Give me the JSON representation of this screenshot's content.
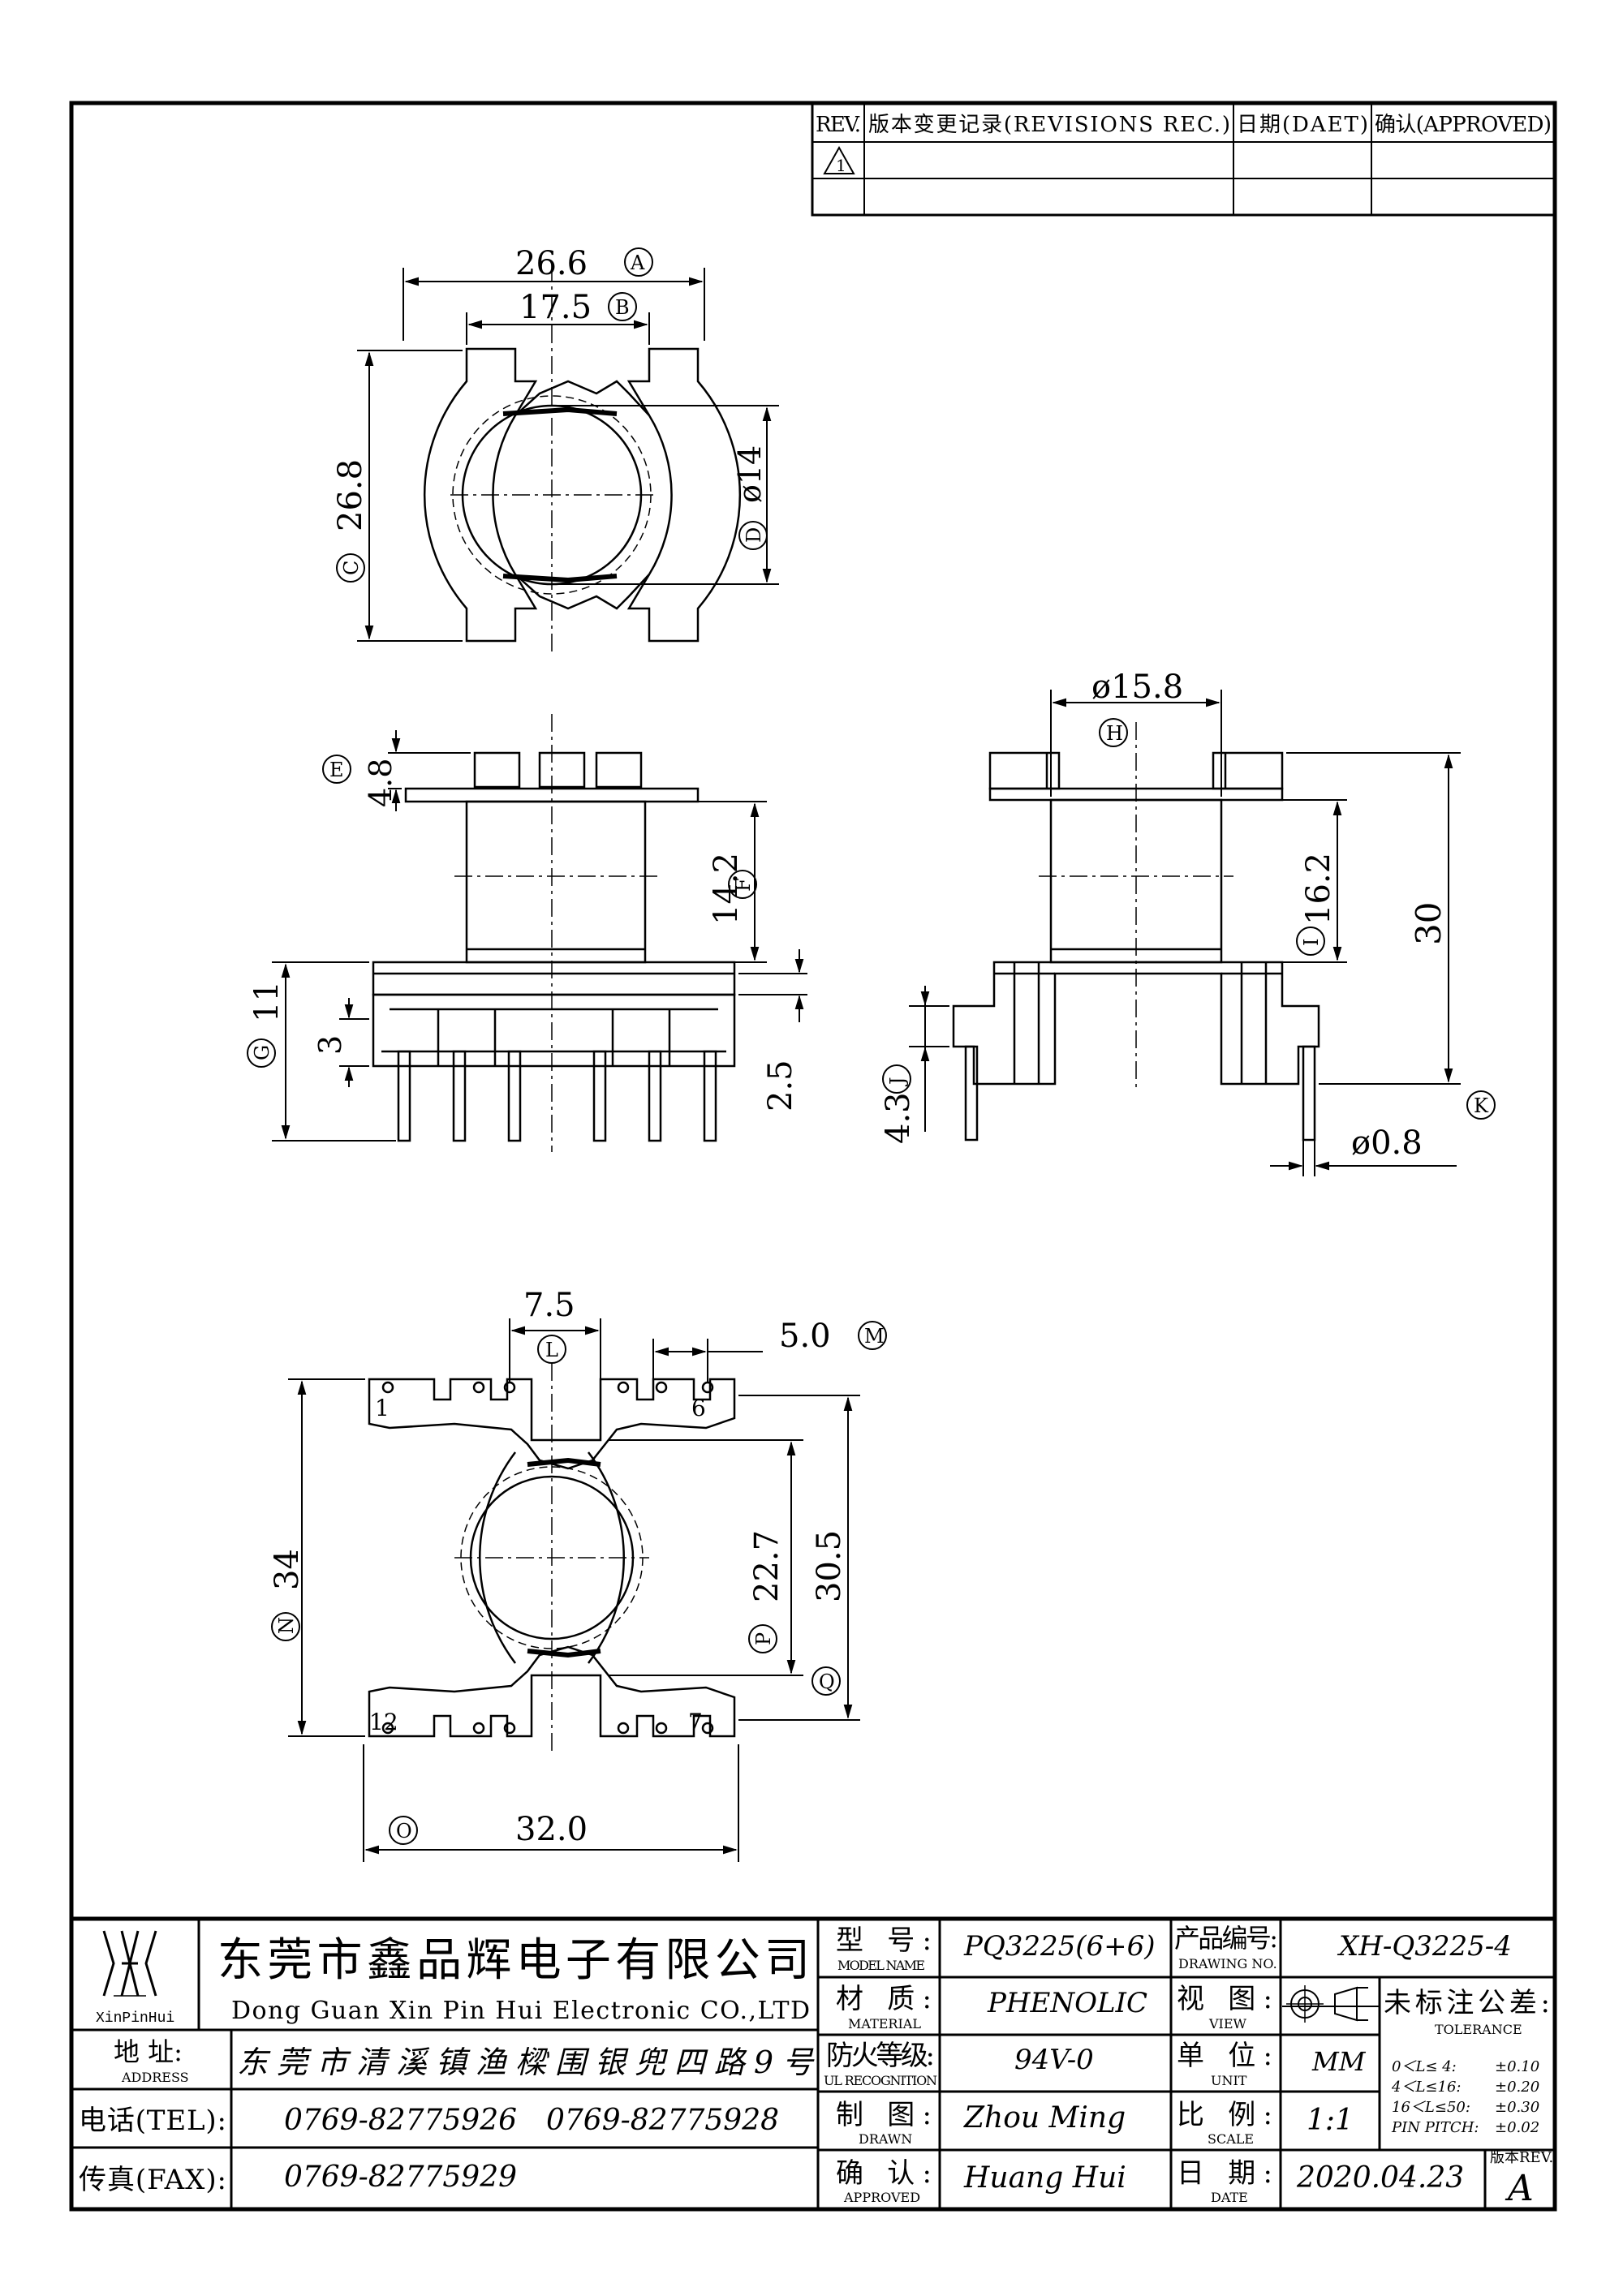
{
  "revisions": {
    "headers": [
      "REV.",
      "版本变更记录(REVISIONS REC.)",
      "日期(DAET)",
      "确认(APPROVED)"
    ],
    "rev_symbol": "1"
  },
  "dims": {
    "top": {
      "a": "26.6",
      "a_tag": "A",
      "b": "17.5",
      "b_tag": "B",
      "c": "26.8",
      "c_tag": "C",
      "d": "ø14",
      "d_tag": "D"
    },
    "front": {
      "e": "4.8",
      "e_tag": "E",
      "f": "14.2",
      "f_tag": "F",
      "g": "11",
      "g_tag": "G",
      "g3": "3",
      "p25": "2.5"
    },
    "side": {
      "h": "ø15.8",
      "h_tag": "H",
      "i": "16.2",
      "i_tag": "I",
      "j": "4.3",
      "j_tag": "J",
      "k_tag": "K",
      "k": "ø0.8",
      "total": "30"
    },
    "bottom": {
      "l": "7.5",
      "l_tag": "L",
      "m": "5.0",
      "m_tag": "M",
      "n": "34",
      "n_tag": "N",
      "o": "32.0",
      "o_tag": "O",
      "p": "22.7",
      "p_tag": "P",
      "q": "30.5",
      "q_tag": "Q",
      "pin1": "1",
      "pin6": "6",
      "pin12": "12",
      "pin7": "7"
    }
  },
  "title_block": {
    "logo_text": "XinPinHui",
    "company_cn": "东莞市鑫品辉电子有限公司",
    "company_en": "Dong Guan Xin Pin Hui Electronic CO.,LTD",
    "address_label": "地  址:",
    "address_label_en": "ADDRESS",
    "address": "东莞市清溪镇渔樑围银兜四路9号",
    "tel_label": "电话(TEL):",
    "tel1": "0769-82775926",
    "tel2": "0769-82775928",
    "fax_label": "传真(FAX):",
    "fax": "0769-82775929",
    "model_label": "型  号:",
    "model_label_en": "MODEL NAME",
    "model": "PQ3225(6+6)",
    "material_label": "材  质:",
    "material_label_en": "MATERIAL",
    "material": "PHENOLIC",
    "ul_label": "防火等级:",
    "ul_label_en": "UL RECOGNITION",
    "ul": "94V-0",
    "drawn_label": "制  图:",
    "drawn_label_en": "DRAWN",
    "drawn": "Zhou Ming",
    "approved_label": "确  认:",
    "approved_label_en": "APPROVED",
    "approved": "Huang Hui",
    "drawing_no_label": "产品编号:",
    "drawing_no_label_en": "DRAWING NO.",
    "drawing_no": "XH-Q3225-4",
    "view_label": "视  图:",
    "view_label_en": "VIEW",
    "tol_label": "未标注公差:",
    "tol_label_en": "TOLERANCE",
    "unit_label": "单  位:",
    "unit_label_en": "UNIT",
    "unit": "MM",
    "scale_label": "比  例:",
    "scale_label_en": "SCALE",
    "scale": "1:1",
    "date_label": "日  期:",
    "date_label_en": "DATE",
    "date": "2020.04.23",
    "rev_label": "版本REV.",
    "rev": "A",
    "tol_rows": [
      {
        "range": "0＜L≤ 4:",
        "val": "±0.10"
      },
      {
        "range": "4＜L≤16:",
        "val": "±0.20"
      },
      {
        "range": "16＜L≤50:",
        "val": "±0.30"
      },
      {
        "range": "PIN PITCH:",
        "val": "±0.02"
      }
    ]
  }
}
